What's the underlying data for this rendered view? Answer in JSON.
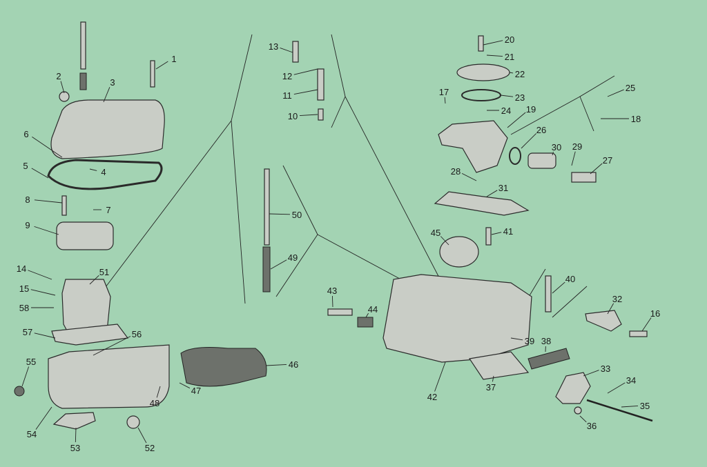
{
  "diagram": {
    "type": "exploded-parts-view",
    "background": "#a3d3b3",
    "part_labels": [
      "1",
      "2",
      "3",
      "4",
      "5",
      "6",
      "7",
      "8",
      "9",
      "10",
      "11",
      "12",
      "13",
      "14",
      "15",
      "16",
      "17",
      "18",
      "19",
      "20",
      "21",
      "22",
      "23",
      "24",
      "25",
      "26",
      "27",
      "28",
      "29",
      "30",
      "31",
      "32",
      "33",
      "34",
      "35",
      "36",
      "37",
      "38",
      "39",
      "40",
      "41",
      "42",
      "43",
      "44",
      "45",
      "46",
      "47",
      "48",
      "49",
      "50",
      "51",
      "52",
      "53",
      "54",
      "55",
      "56",
      "57",
      "58"
    ]
  }
}
